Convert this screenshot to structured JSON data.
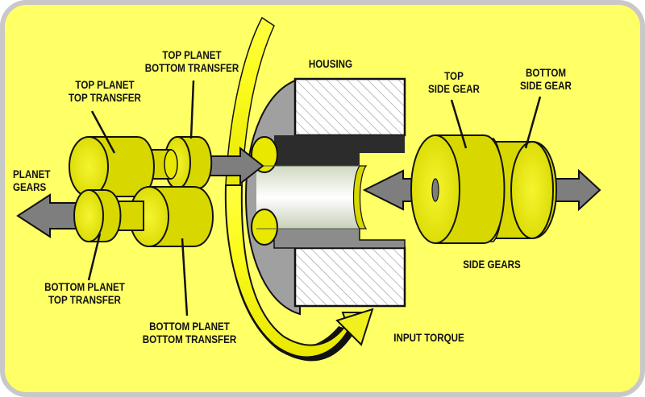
{
  "colors": {
    "background": "#FFFF66",
    "frame": "#C8C8C8",
    "gear_fill": "#E6E600",
    "gear_shade": "#9E9E00",
    "housing_gray": "#9A9A9A",
    "housing_dark": "#2A2A2A",
    "arrow_gray": "#808080",
    "text": "#111111"
  },
  "labels": {
    "top_planet_top_transfer": [
      "TOP PLANET",
      "TOP TRANSFER"
    ],
    "top_planet_bottom_transfer": [
      "TOP PLANET",
      "BOTTOM TRANSFER"
    ],
    "housing": [
      "HOUSING"
    ],
    "top_side_gear": [
      "TOP",
      "SIDE GEAR"
    ],
    "bottom_side_gear": [
      "BOTTOM",
      "SIDE GEAR"
    ],
    "planet_gears": [
      "PLANET",
      "GEARS"
    ],
    "side_gears": [
      "SIDE GEARS"
    ],
    "bottom_planet_top_transfer": [
      "BOTTOM PLANET",
      "TOP TRANSFER"
    ],
    "bottom_planet_bottom_transfer": [
      "BOTTOM PLANET",
      "BOTTOM TRANSFER"
    ],
    "input_torque": [
      "INPUT TORQUE"
    ]
  }
}
